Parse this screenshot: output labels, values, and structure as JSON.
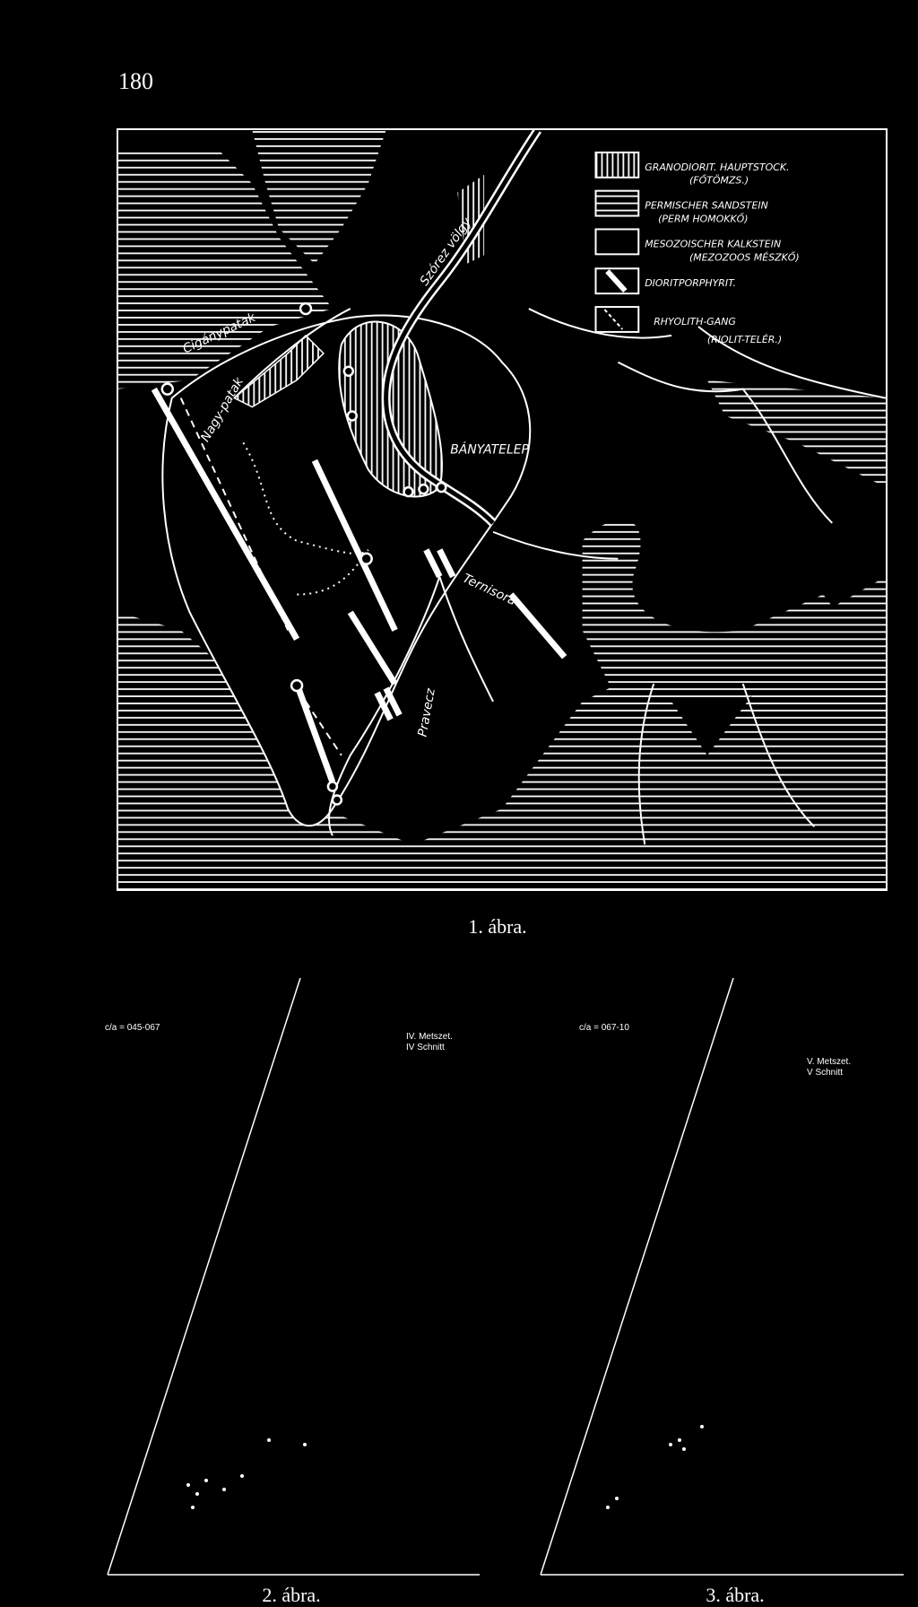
{
  "page": {
    "number": "180"
  },
  "figure1": {
    "caption": "1. ábra.",
    "legend": [
      {
        "line1": "GRANODIORIT. HAUPTSTOCK.",
        "line2": "(FŐTÖMZS.)"
      },
      {
        "line1": "PERMISCHER SANDSTEIN",
        "line2": "(PERM HOMOKKŐ)"
      },
      {
        "line1": "MESOZOISCHER KALKSTEIN",
        "line2": "(MEZOZOOS MÉSZKŐ)"
      },
      {
        "line1": "DIORITPORPHYRIT.",
        "line2": ""
      },
      {
        "line1": "RHYOLITH-GANG",
        "line2": "(RIOLIT-TELÉR.)"
      }
    ],
    "places": {
      "cigany": "Cigánypatak",
      "nagy": "Nagy-patak",
      "szorez": "Szórez völgy",
      "banyatelep": "BÁNYATELEP",
      "ternisora": "Ternisora",
      "pravecz": "Pravecz"
    }
  },
  "figure2": {
    "caption": "2. ábra.",
    "ratio": "c/a = 045-067",
    "section": "IV. Metszet.",
    "section_de": "IV Schnitt"
  },
  "figure3": {
    "caption": "3. ábra.",
    "ratio": "c/a = 067-10",
    "section": "V. Metszet.",
    "section_de": "V Schnitt"
  }
}
